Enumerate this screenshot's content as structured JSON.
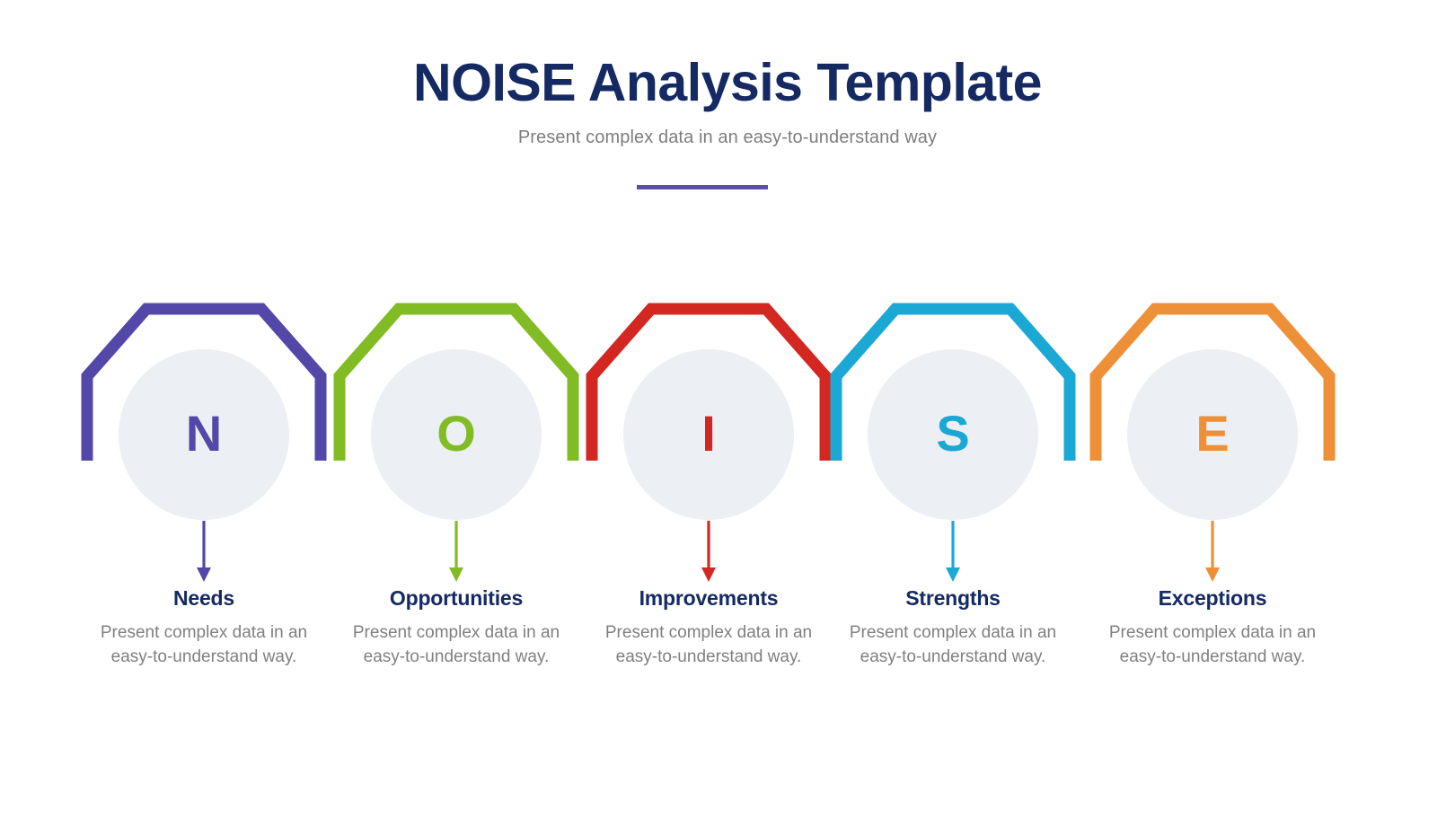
{
  "header": {
    "title": "NOISE Analysis Template",
    "subtitle": "Present complex data in an easy-to-understand way",
    "title_color": "#152a63",
    "subtitle_color": "#7d7d7d",
    "divider_color": "#5b4fa8"
  },
  "diagram": {
    "type": "noise-analysis-infographic",
    "shape": "open-pentagon-outline-with-circle",
    "circle_fill": "#eceff4",
    "items": [
      {
        "letter": "N",
        "title": "Needs",
        "description": "Present complex data in an easy-to-understand way.",
        "color": "#5348a8"
      },
      {
        "letter": "O",
        "title": "Opportunities",
        "description": "Present complex data in an easy-to-understand way.",
        "color": "#82bc24"
      },
      {
        "letter": "I",
        "title": "Improvements",
        "description": "Present complex data in an easy-to-understand way.",
        "color": "#d32822"
      },
      {
        "letter": "S",
        "title": "Strengths",
        "description": "Present complex data in an easy-to-understand way.",
        "color": "#1ca8d4"
      },
      {
        "letter": "E",
        "title": "Exceptions",
        "description": "Present complex data in an easy-to-understand way.",
        "color": "#ee9037"
      }
    ]
  }
}
